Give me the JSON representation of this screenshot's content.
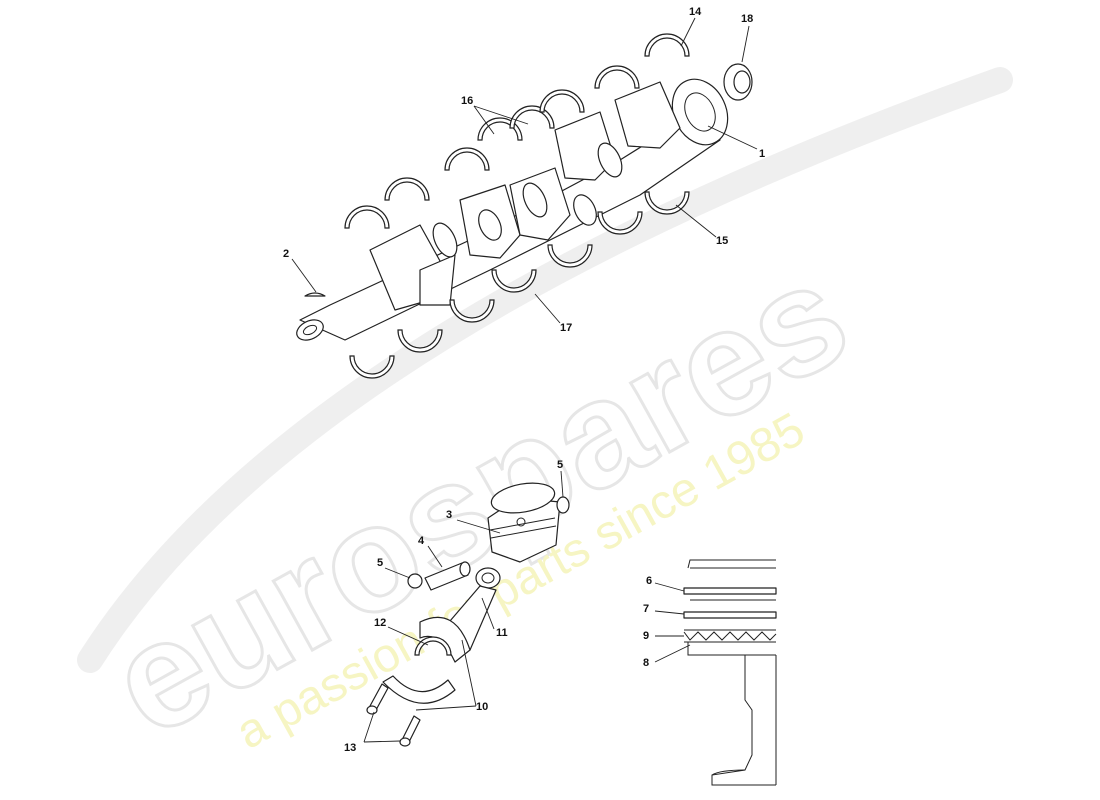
{
  "watermark": {
    "brand": "eurospares",
    "tagline": "a passion for parts since 1985",
    "brand_color": "#e6e6e6",
    "tagline_color": "#f4f3b8"
  },
  "callouts": {
    "c1": "1",
    "c2": "2",
    "c3": "3",
    "c4": "4",
    "c5a": "5",
    "c5b": "5",
    "c6": "6",
    "c7": "7",
    "c8": "8",
    "c9": "9",
    "c10": "10",
    "c11": "11",
    "c12": "12",
    "c13": "13",
    "c14": "14",
    "c15": "15",
    "c16": "16",
    "c17": "17",
    "c18": "18"
  }
}
